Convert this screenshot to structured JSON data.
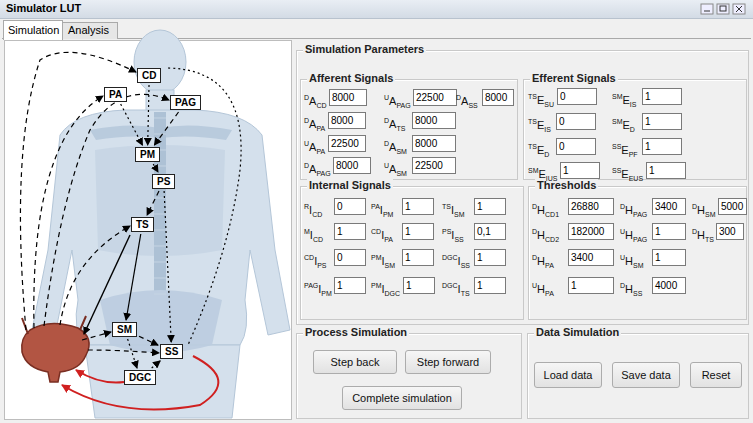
{
  "diagram": {
    "nodes": [
      {
        "text": [
          "CD"
        ]
      },
      {
        "text": [
          "PA"
        ]
      },
      {
        "text": [
          "PAG"
        ]
      },
      {
        "text": [
          "PM"
        ]
      },
      {
        "text": [
          "PS"
        ]
      },
      {
        "text": [
          "TS"
        ]
      },
      {
        "text": [
          "SM"
        ]
      },
      {
        "text": [
          "SS"
        ]
      },
      {
        "text": [
          "DGC"
        ]
      },
      {
        "text": [
          "Simulation Parameters"
        ]
      },
      {
        "text": [
          "Afferent Signals"
        ],
        "in": 9
      },
      {
        "text": [
          "Efferent Signals"
        ],
        "in": 9
      },
      {
        "text": [
          "Internal Signals"
        ],
        "in": 9
      },
      {
        "text": [
          "Thresholds"
        ],
        "in": 9
      },
      {
        "text": [
          "Process Simulation"
        ]
      },
      {
        "text": [
          "Step back"
        ],
        "in": 14
      },
      {
        "text": [
          "Step forward"
        ],
        "in": 14
      },
      {
        "text": [
          "Complete simulation"
        ],
        "in": 14
      },
      {
        "text": [
          "Data Simulation"
        ]
      },
      {
        "text": [
          "Load data"
        ],
        "in": 18
      },
      {
        "text": [
          "Save data"
        ],
        "in": 18
      },
      {
        "text": [
          "Reset"
        ],
        "in": 18
      }
    ],
    "edges": [
      {
        "from": 0,
        "to": 3,
        "arrow": "to"
      },
      {
        "from": 1,
        "to": 3,
        "arrow": "to"
      },
      {
        "from": 2,
        "to": 3,
        "arrow": "to"
      },
      {
        "from": 3,
        "to": 4,
        "arrow": "to"
      },
      {
        "from": 4,
        "to": 5,
        "arrow": "to"
      },
      {
        "from": 5,
        "to": 6,
        "arrow": "to"
      },
      {
        "from": 4,
        "to": 7,
        "arrow": "to"
      },
      {
        "from": 6,
        "to": 7,
        "arrow": "to"
      },
      {
        "from": 6,
        "to": 8,
        "arrow": "to"
      },
      {
        "from": 8,
        "to": 7,
        "arrow": "to"
      }
    ],
    "labels": [
      "Simulator LUT",
      "Simulation",
      "Analysis",
      "D",
      "A",
      "CD",
      "8000",
      "U",
      "A",
      "PAG",
      "22500",
      "D",
      "A",
      "SS",
      "8000",
      "D",
      "A",
      "PA",
      "8000",
      "D",
      "A",
      "TS",
      "8000",
      "U",
      "A",
      "PA",
      "22500",
      "D",
      "A",
      "SM",
      "8000",
      "D",
      "A",
      "PAG",
      "8000",
      "U",
      "A",
      "SM",
      "22500",
      "TS",
      "E",
      "SU",
      "0",
      "SM",
      "E",
      "IS",
      "1",
      "TS",
      "E",
      "IS",
      "0",
      "SM",
      "E",
      "D",
      "1",
      "TS",
      "E",
      "D",
      "0",
      "SS",
      "E",
      "PF",
      "1",
      "SM",
      "E",
      "IUS",
      "1",
      "SS",
      "E",
      "EUS",
      "1",
      "R",
      "I",
      "CD",
      "0",
      "PA",
      "I",
      "PM",
      "1",
      "TS",
      "I",
      "SM",
      "1",
      "M",
      "I",
      "CD",
      "1",
      "CD",
      "I",
      "PA",
      "1",
      "PS",
      "I",
      "SS",
      "0,1",
      "CD",
      "I",
      "PS",
      "0",
      "PM",
      "I",
      "SM",
      "1",
      "DGC",
      "I",
      "SS",
      "1",
      "PAG",
      "I",
      "PM",
      "1",
      "PM",
      "I",
      "DGC",
      "1",
      "DGC",
      "I",
      "TS",
      "1",
      "D",
      "H",
      "CD1",
      "26880",
      "D",
      "H",
      "PAG",
      "3400",
      "D",
      "H",
      "SM",
      "5000",
      "D",
      "H",
      "CD2",
      "182000",
      "U",
      "H",
      "PAG",
      "1",
      "D",
      "H",
      "TS",
      "300",
      "D",
      "H",
      "PA",
      "3400",
      "U",
      "H",
      "SM",
      "1",
      "U",
      "H",
      "PA",
      "1",
      "D",
      "H",
      "SS",
      "4000"
    ]
  }
}
